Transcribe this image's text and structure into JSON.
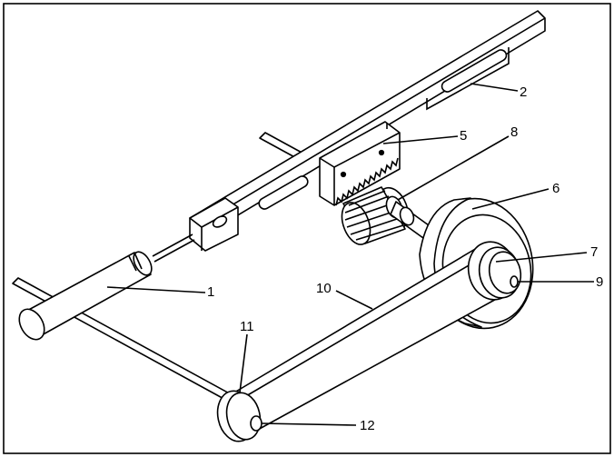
{
  "labels": {
    "l1": "1",
    "l2": "2",
    "l5": "5",
    "l6": "6",
    "l7": "7",
    "l8": "8",
    "l9": "9",
    "l10": "10",
    "l11": "11",
    "l12": "12"
  }
}
